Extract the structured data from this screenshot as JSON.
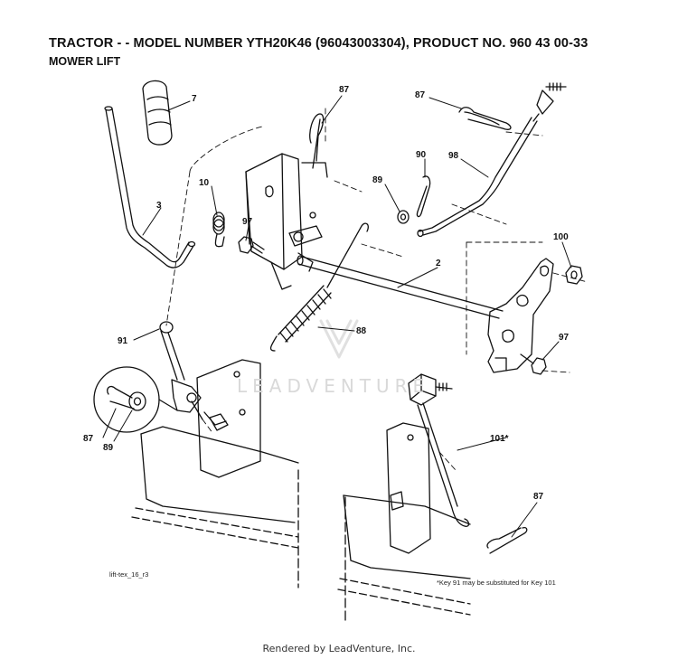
{
  "header": {
    "title": "TRACTOR - - MODEL NUMBER YTH20K46 (96043003304), PRODUCT NO. 960 43 00-33",
    "subtitle": "MOWER LIFT"
  },
  "callouts": {
    "c7": "7",
    "c87a": "87",
    "c87b": "87",
    "c3": "3",
    "c10": "10",
    "c97a": "97",
    "c90": "90",
    "c89a": "89",
    "c98": "98",
    "c2": "2",
    "c100": "100",
    "c88": "88",
    "c91": "91",
    "c97b": "97",
    "c87c": "87",
    "c89b": "89",
    "c101": "101*",
    "c87d": "87"
  },
  "drawing_id": "lift-tex_16_r3",
  "footnote": "*Key 91 may be substituted for Key 101",
  "watermark": "LEADVENTURE",
  "footer": "Rendered by LeadVenture, Inc."
}
